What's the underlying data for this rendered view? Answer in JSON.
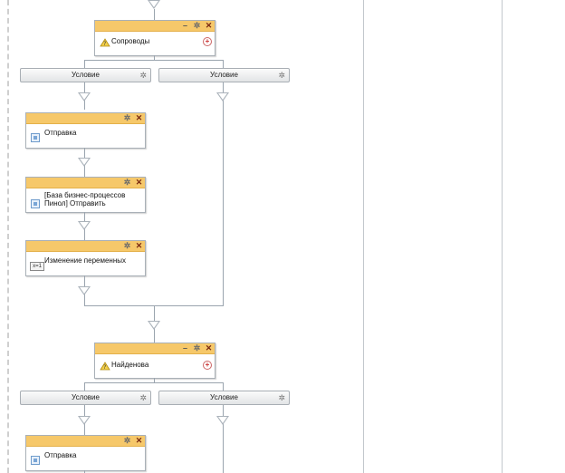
{
  "blocks": {
    "sopr": {
      "title": "Сопроводы"
    },
    "otpr1": {
      "title": "Отправка"
    },
    "baza": {
      "title_line1": "[База бизнес-процессов",
      "title_line2": "Пинол] Отправить"
    },
    "izm": {
      "title": "Изменение переменных",
      "icon_text": "x=1"
    },
    "naid": {
      "title": "Найденова"
    },
    "otpr2": {
      "title": "Отправка"
    }
  },
  "conditions": {
    "c1": "Условие",
    "c2": "Условие",
    "c3": "Условие",
    "c4": "Условие"
  },
  "icons": {
    "condition_block": "question-icon",
    "activity": "activity-icon",
    "settings": "gear-icon",
    "close": "close-icon",
    "minimize": "minimize-icon",
    "add": "plus-icon"
  },
  "colors": {
    "block_header": "#f6c86a",
    "connector": "#9aa4ae",
    "close": "#7a2a12"
  }
}
